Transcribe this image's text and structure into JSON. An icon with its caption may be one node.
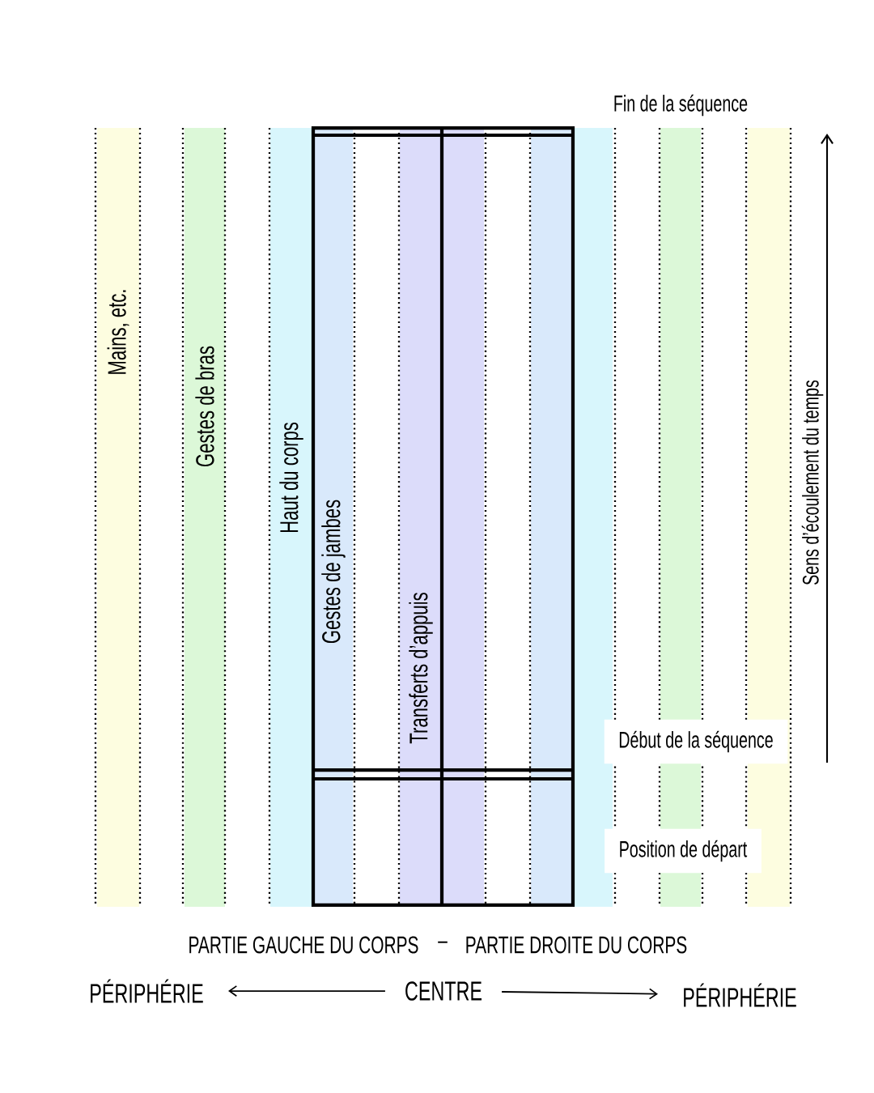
{
  "diagram": {
    "nodes": [
      {
        "text": [
          "Mains, etc."
        ]
      },
      {
        "text": [
          "Gestes de bras"
        ]
      },
      {
        "text": [
          "Haut du corps"
        ]
      },
      {
        "text": [],
        "shape": "box"
      },
      {
        "text": [
          "Gestes de jambes"
        ],
        "in": 3
      },
      {
        "text": [
          "Transferts d’appuis"
        ],
        "in": 3
      },
      {
        "text": [],
        "shape": "bar",
        "in": 3
      },
      {
        "text": [],
        "shape": "bar",
        "in": 3
      },
      {
        "text": [],
        "shape": "bar"
      },
      {
        "text": [],
        "shape": "bar"
      },
      {
        "text": [],
        "shape": "bar"
      },
      {
        "text": [
          "PÉRIPHÉRIE"
        ]
      },
      {
        "text": [
          "CENTRE"
        ]
      },
      {
        "text": [
          "PÉRIPHÉRIE"
        ]
      }
    ],
    "edges": [
      {
        "from": 12,
        "to": 11,
        "arrow": "to"
      },
      {
        "from": 12,
        "to": 13,
        "arrow": "to"
      }
    ],
    "labels": [
      "Fin de la séquence",
      "Sens d’écoulement du temps",
      "Début de la séquence",
      "Position de départ",
      "PARTIE GAUCHE DU CORPS",
      "–",
      "PARTIE DROITE DU CORPS"
    ]
  }
}
